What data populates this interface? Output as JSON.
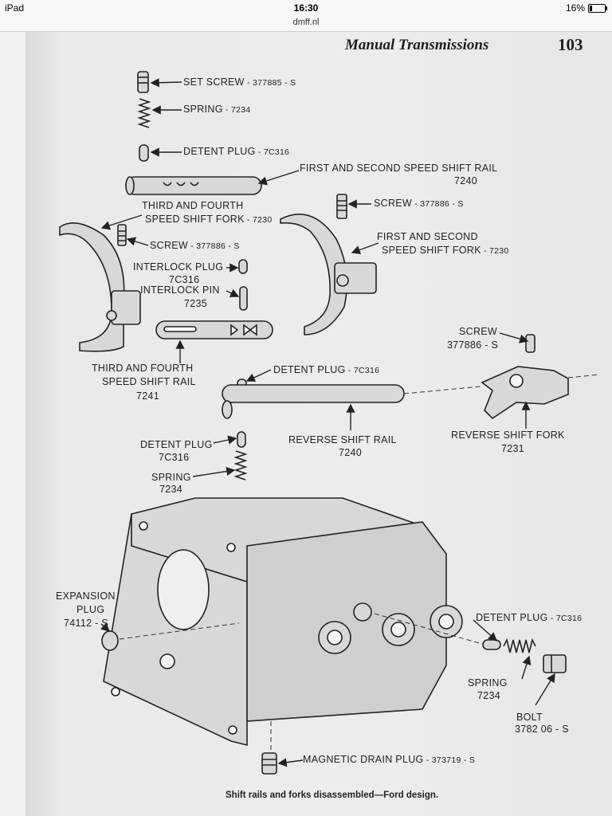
{
  "status_bar": {
    "device": "iPad",
    "time": "16:30",
    "battery_text": "16%",
    "battery_level": 0.16
  },
  "browser": {
    "url": "dmff.nl"
  },
  "page": {
    "header_title": "Manual Transmissions",
    "page_number": "103",
    "caption": "Shift rails and forks disassembled—Ford design."
  },
  "labels": {
    "set_screw": "SET SCREW",
    "set_screw_num": " - 377885 - S",
    "spring_top": "SPRING",
    "spring_top_num": " - 7234",
    "detent_plug_top": "DETENT PLUG",
    "detent_plug_top_num": " - 7C316",
    "first_second_rail": "FIRST AND SECOND SPEED SHIFT RAIL",
    "first_second_rail_num": "7240",
    "third_fourth_fork_1": "THIRD AND FOURTH",
    "third_fourth_fork_2": "SPEED SHIFT FORK",
    "third_fourth_fork_num": " - 7230",
    "screw_right": "SCREW",
    "screw_right_num": " - 377886 - S",
    "screw_left": "SCREW",
    "screw_left_num": " - 377886 - S",
    "first_second_fork_1": "FIRST AND SECOND",
    "first_second_fork_2": "SPEED SHIFT FORK",
    "first_second_fork_num": " - 7230",
    "interlock_plug": "INTERLOCK PLUG",
    "interlock_plug_num": "7C316",
    "interlock_pin": "INTERLOCK PIN",
    "interlock_pin_num": "7235",
    "screw_small": "SCREW",
    "screw_small_num": "377886 - S",
    "third_fourth_rail_1": "THIRD AND FOURTH",
    "third_fourth_rail_2": "SPEED SHIFT RAIL",
    "third_fourth_rail_num": "7241",
    "detent_plug_mid": "DETENT PLUG",
    "detent_plug_mid_num": " - 7C316",
    "reverse_rail": "REVERSE SHIFT RAIL",
    "reverse_rail_num": "7240",
    "reverse_fork": "REVERSE SHIFT FORK",
    "reverse_fork_num": "7231",
    "detent_plug_left": "DETENT PLUG",
    "detent_plug_left_num": "7C316",
    "spring_left": "SPRING",
    "spring_left_num": "7234",
    "expansion_plug_1": "EXPANSION",
    "expansion_plug_2": "PLUG",
    "expansion_plug_num": "74112 - S",
    "detent_plug_right": "DETENT PLUG",
    "detent_plug_right_num": " - 7C316",
    "spring_right": "SPRING",
    "spring_right_num": "7234",
    "bolt": "BOLT",
    "bolt_num": "3782 06 - S",
    "drain_plug": "MAGNETIC DRAIN PLUG",
    "drain_plug_num": " - 373719 - S"
  }
}
